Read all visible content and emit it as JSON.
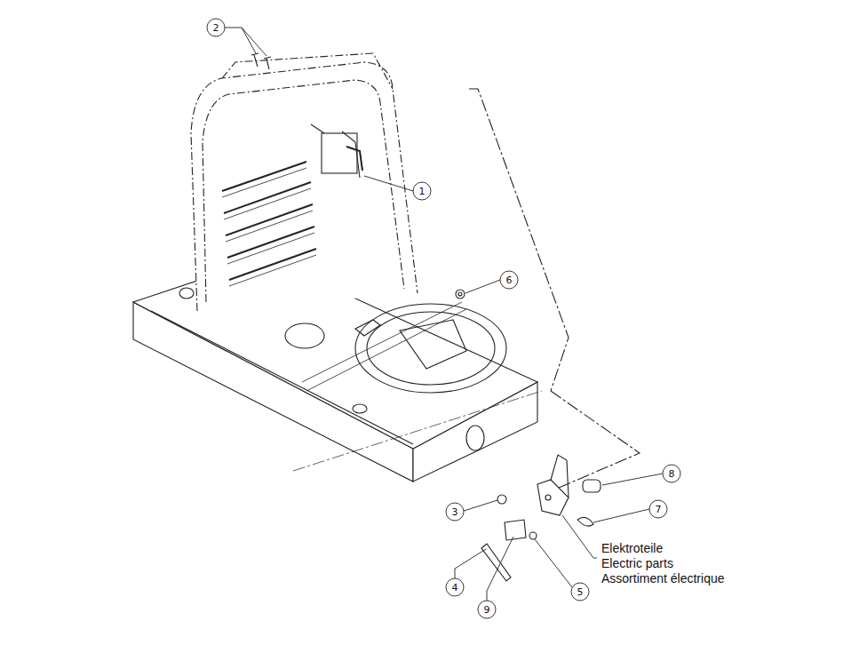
{
  "diagram": {
    "labels": [
      "2",
      "1",
      "6",
      "8",
      "7",
      "3",
      "4",
      "9",
      "5",
      "Elektroteile",
      "Electric parts",
      "Assortiment électrique"
    ]
  }
}
